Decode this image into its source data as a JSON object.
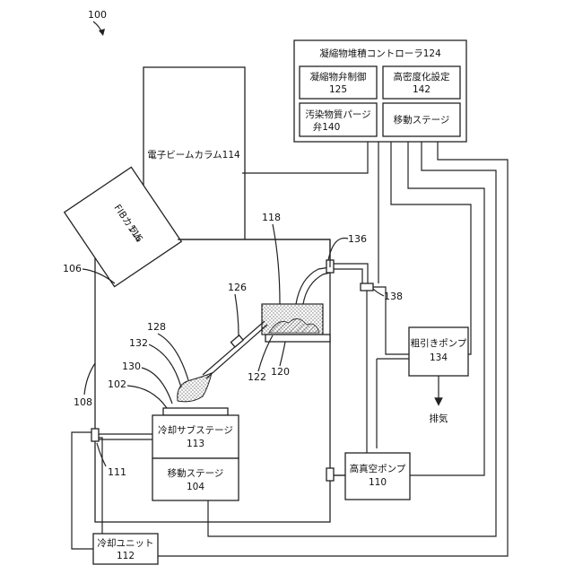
{
  "figure_number": "100",
  "components": {
    "controller": {
      "title": "凝縮物堆積コントローラ124"
    },
    "condensate_valve": {
      "line1": "凝縮物弁制御",
      "line2": "125"
    },
    "densify_setting": {
      "line1": "高密度化設定",
      "line2": "142"
    },
    "purge_valve": {
      "line1": "汚染物質パージ",
      "line2": "弁140"
    },
    "moving_stage_ctrl": {
      "line1": "移動ステージ"
    },
    "ebeam_column": {
      "line1": "電子ビームカラム114"
    },
    "fib_column": {
      "line1": "FIBカラム",
      "line2": "116"
    },
    "cooling_substage": {
      "line1": "冷却サブステージ",
      "line2": "113"
    },
    "moving_stage": {
      "line1": "移動ステージ",
      "line2": "104"
    },
    "roughing_pump": {
      "line1": "粗引きポンプ",
      "line2": "134"
    },
    "exhaust": {
      "line1": "排気"
    },
    "high_vacuum_pump": {
      "line1": "高真空ポンプ",
      "line2": "110"
    },
    "cooling_unit": {
      "line1": "冷却ユニット",
      "line2": "112"
    }
  },
  "reference_numerals": {
    "r102": "102",
    "r106": "106",
    "r108": "108",
    "r111": "111",
    "r118": "118",
    "r120": "120",
    "r122": "122",
    "r126": "126",
    "r128": "128",
    "r130": "130",
    "r132": "132",
    "r136": "136",
    "r138": "138"
  }
}
